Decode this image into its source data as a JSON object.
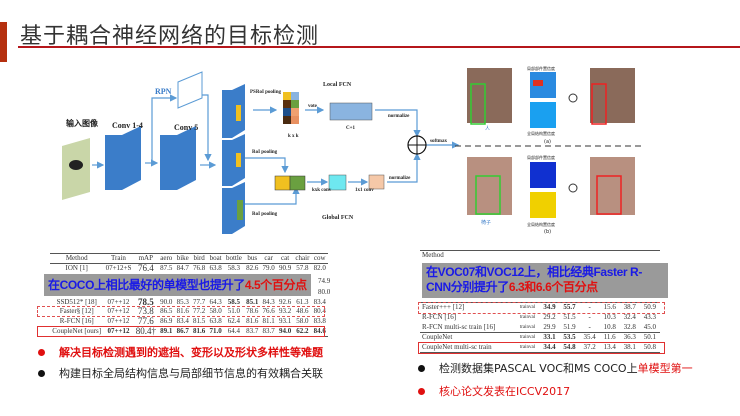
{
  "title": "基于耦合神经网络的目标检测",
  "diagram": {
    "input_label": "输入图像",
    "conv14": "Conv 1-4",
    "conv5": "Conv 5",
    "rpn": "RPN",
    "psroi": "PSRoI pooling",
    "roi1": "RoI pooling",
    "roi2": "RoI pooling",
    "kxk": "k x k",
    "vote": "vote",
    "local_fcn": "Local FCN",
    "c1": "C+1",
    "normalize1": "normalize",
    "normalize2": "normalize",
    "softmax": "softmax",
    "kxk_conv": "kxk conv",
    "conv1x1": "1x1 conv",
    "global_fcn": "Global FCN"
  },
  "examples": {
    "local_conf": "局部部件置信度",
    "global_conf": "全局结构置信度",
    "a_label": "人",
    "a_caption": "(a)",
    "b_label": "椅子",
    "b_caption": "(b)"
  },
  "left_table": {
    "headers": [
      "Method",
      "Train",
      "mAP",
      "aero",
      "bike",
      "bird",
      "boat",
      "bottle",
      "bus",
      "car",
      "cat",
      "chair",
      "cow"
    ],
    "rows": [
      [
        "ION [1]",
        "07+12+S",
        "76.4",
        "87.5",
        "84.7",
        "76.8",
        "63.8",
        "58.3",
        "82.6",
        "79.0",
        "90.9",
        "57.8",
        "82.0"
      ],
      [
        "SSD512* [18]",
        "07++12",
        "78.5",
        "90.0",
        "85.3",
        "77.7",
        "64.3",
        "58.5",
        "85.1",
        "84.3",
        "92.6",
        "61.3",
        "83.4"
      ],
      [
        "Faster§ [12]",
        "07++12",
        "73.8",
        "86.5",
        "81.6",
        "77.2",
        "58.0",
        "51.0",
        "78.6",
        "76.6",
        "93.2",
        "48.6",
        "80.4"
      ],
      [
        "R-FCN [16]",
        "07++12",
        "77.6",
        "86.9",
        "83.4",
        "81.5",
        "63.8",
        "62.4",
        "81.6",
        "81.1",
        "93.1",
        "58.0",
        "83.8"
      ],
      [
        "CoupleNet [ours]",
        "07++12",
        "80.4†",
        "89.1",
        "86.7",
        "81.6",
        "71.0",
        "64.4",
        "83.7",
        "83.7",
        "94.0",
        "62.2",
        "84.6"
      ]
    ],
    "hidden_partial": [
      "74.9",
      "80.0"
    ],
    "overlay_text": "在COCO上相比最好的单模型也提升了",
    "overlay_highlight": "4.5个百分点"
  },
  "right_table": {
    "header_method": "Method",
    "rows": [
      [
        "Faster+++ [12]",
        "trainval",
        "34.9",
        "55.7",
        "-",
        "15.6",
        "38.7",
        "50.9"
      ],
      [
        "R-FCN [16]",
        "trainval",
        "29.2",
        "51.5",
        "-",
        "10.3",
        "32.4",
        "43.3"
      ],
      [
        "R-FCN multi-sc train [16]",
        "trainval",
        "29.9",
        "51.9",
        "-",
        "10.8",
        "32.8",
        "45.0"
      ],
      [
        "CoupleNet",
        "trainval",
        "33.1",
        "53.5",
        "35.4",
        "11.6",
        "36.3",
        "50.1"
      ],
      [
        "CoupleNet multi-sc train",
        "trainval",
        "34.4",
        "54.8",
        "37.2",
        "13.4",
        "38.1",
        "50.8"
      ]
    ],
    "overlay_text": "在VOC07和VOC12上，相比经典Faster R-CNN分别提升了",
    "overlay_highlight": "6.3和6.6个百分点"
  },
  "bullets_left": [
    {
      "text": "解决目标检测遇到的遮挡、变形以及形状多样性等难题",
      "color": "#e01010"
    },
    {
      "text": "构建目标全局结构信息与局部细节信息的有效耦合关联",
      "color": "#222222"
    }
  ],
  "bullets_right": [
    {
      "text": "检测数据集PASCAL VOC和MS COCO上",
      "highlight": "单模型第一",
      "color": "#222222"
    },
    {
      "text": "核心论文发表在ICCV2017",
      "color": "#e01010"
    }
  ]
}
